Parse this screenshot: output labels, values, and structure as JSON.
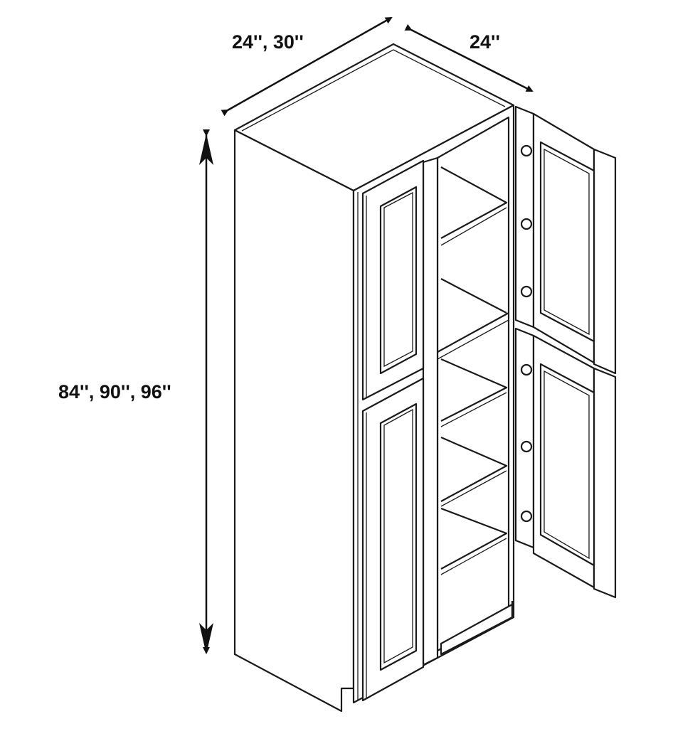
{
  "title": "Pantry Tall Cabinet - Four Door",
  "dimensions": {
    "width": "24'', 30''",
    "depth": "24''",
    "height": "84'', 90'', 96''"
  },
  "colors": {
    "line": "#1a1a1a",
    "background": "#ffffff"
  }
}
